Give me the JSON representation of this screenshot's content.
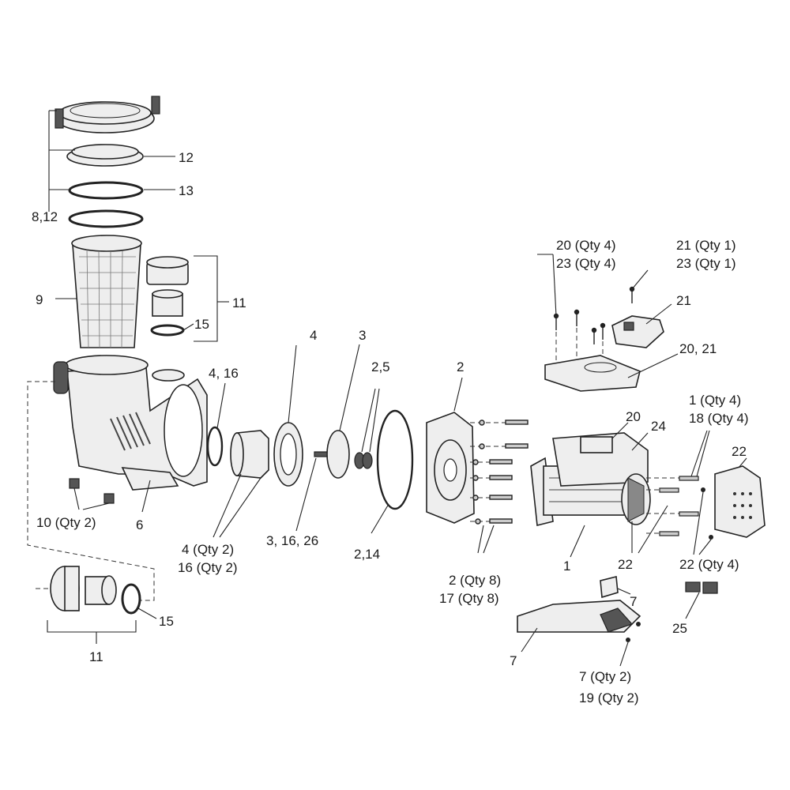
{
  "diagram": {
    "type": "exploded-parts-view",
    "labels": {
      "lid_group": "8,12",
      "lid": "12",
      "oring_lid": "13",
      "basket": "9",
      "union_kit_top": "11",
      "union_oring_top": "15",
      "drain_plugs": "10 (Qty 2)",
      "base": "6",
      "diffuser_oring": "4, 16",
      "diffuser_num": "4",
      "diffuser_qty": "4 (Qty 2)",
      "diffuser_qty2": "16 (Qty 2)",
      "impeller": "3",
      "impeller_screw": "3, 16, 26",
      "seal": "2,5",
      "seal_plate_oring": "2,14",
      "seal_plate": "2",
      "bolts_qty": "2 (Qty 8)",
      "bolts_qty2": "17 (Qty 8)",
      "screws_cover_a": "20 (Qty 4)",
      "screws_cover_b": "23 (Qty 4)",
      "screw_pad_a": "21 (Qty 1)",
      "screw_pad_b": "23 (Qty 1)",
      "pad": "21",
      "cover": "20, 21",
      "drive": "20",
      "drive_label2": "24",
      "motor_bolts_a": "1 (Qty 4)",
      "motor_bolts_b": "18 (Qty 4)",
      "fan_cover": "22",
      "fan": "22",
      "fan_screws": "22 (Qty 4)",
      "motor": "1",
      "motor_foot": "7",
      "motor_foot_small": "7",
      "motor_foot_screws_a": "7 (Qty 2)",
      "motor_foot_screws_b": "19 (Qty 2)",
      "fitting": "25",
      "union_kit_bottom": "11",
      "union_oring_bottom": "15"
    }
  }
}
